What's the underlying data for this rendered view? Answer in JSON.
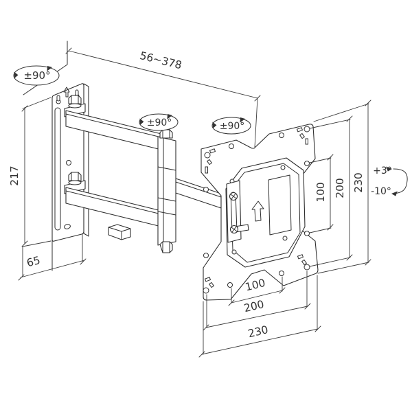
{
  "colors": {
    "background": "#ffffff",
    "line": "#2e2e2e",
    "dimension_line": "#3a3a3a",
    "text": "#333333"
  },
  "diagram": {
    "type": "technical-drawing",
    "subject": "articulating-tv-wall-mount",
    "labels": {
      "extension_range": "56~378",
      "wall_plate_height": "217",
      "wall_plate_width": "65",
      "swivel_wall": "±90°",
      "swivel_elbow": "±90°",
      "swivel_head": "±90°",
      "tilt_up": "+3°",
      "tilt_down": "-10°",
      "vesa_vertical_100": "100",
      "vesa_vertical_200": "200",
      "plate_height_230": "230",
      "vesa_horizontal_100": "100",
      "vesa_horizontal_200": "200",
      "plate_width_230": "230"
    }
  }
}
